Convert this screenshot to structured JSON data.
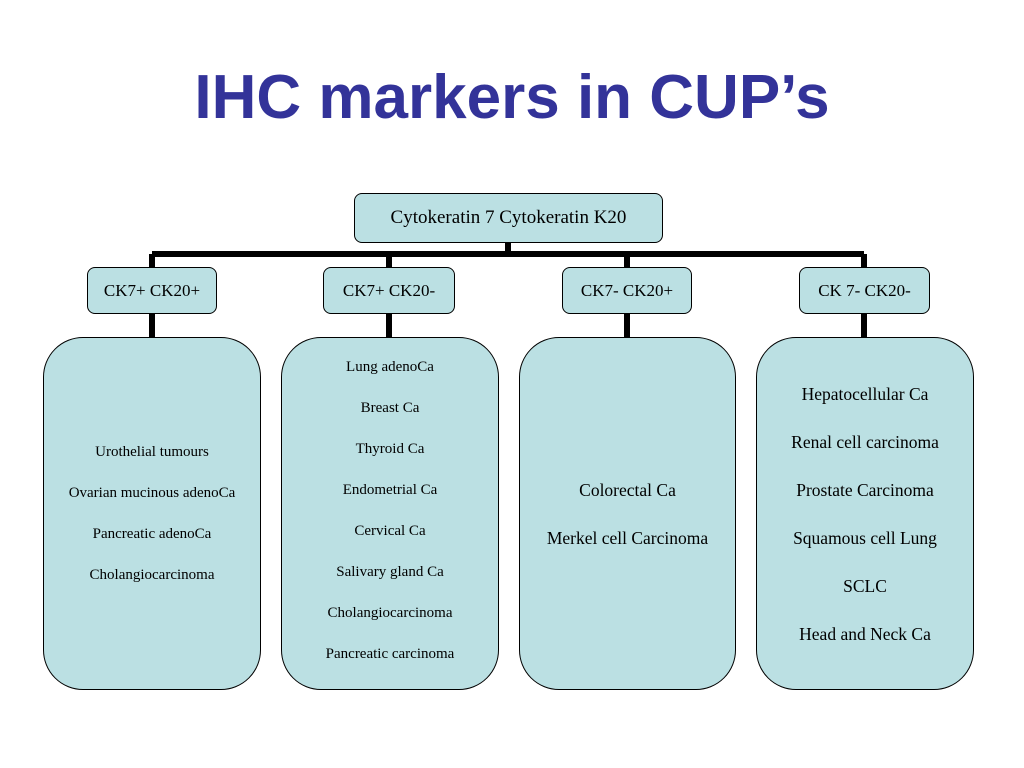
{
  "title": "IHC markers in CUP’s",
  "colors": {
    "title": "#333399",
    "box_fill": "#bbe0e3",
    "connector": "#000000"
  },
  "diagram": {
    "root": "Cytokeratin 7   Cytokeratin K20",
    "categories": [
      {
        "label": "CK7+ CK20+",
        "items": [
          "Urothelial tumours",
          "Ovarian mucinous adenoCa",
          "Pancreatic adenoCa",
          "Cholangiocarcinoma"
        ]
      },
      {
        "label": "CK7+ CK20-",
        "items": [
          "Lung adenoCa",
          "Breast Ca",
          "Thyroid Ca",
          "Endometrial Ca",
          "Cervical Ca",
          "Salivary gland Ca",
          "Cholangiocarcinoma",
          "Pancreatic carcinoma"
        ]
      },
      {
        "label": "CK7- CK20+",
        "items": [
          "Colorectal Ca",
          "Merkel  cell Carcinoma"
        ]
      },
      {
        "label": "CK 7-   CK20-",
        "items": [
          "Hepatocellular Ca",
          "Renal cell carcinoma",
          "Prostate Carcinoma",
          "Squamous cell Lung",
          "SCLC",
          "Head and Neck Ca"
        ]
      }
    ]
  }
}
